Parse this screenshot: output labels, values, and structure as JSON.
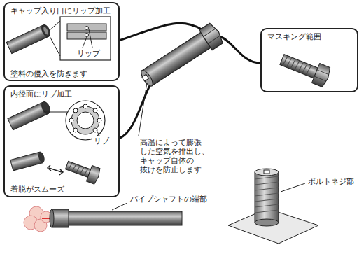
{
  "diagram": {
    "nodes": [
      {
        "text": [
          "キャップ入り口にリップ加工",
          "塗料の侵入を防ぎます"
        ]
      },
      {
        "text": [
          "内径面にリブ加工",
          "着脱がスムーズ"
        ]
      },
      {
        "text": [
          "マスキング範囲"
        ]
      }
    ],
    "labels": [
      "リップ",
      "リブ",
      "高温によって膨張 した空気を排出し、 キャップ自体の 抜けを防止します",
      "パイプシャフトの端部",
      "ボルトネジ部"
    ]
  }
}
